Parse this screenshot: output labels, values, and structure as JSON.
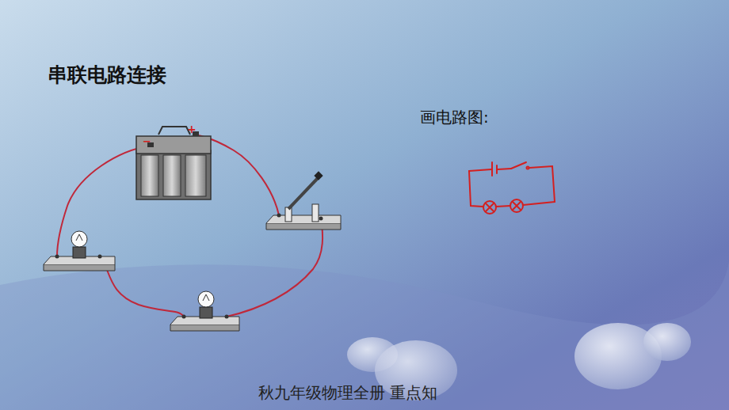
{
  "diagram": {
    "title": "串联电路连接",
    "labels": [
      "画电路图:",
      "−",
      "+",
      "秋九年级物理全册 重点知"
    ]
  }
}
